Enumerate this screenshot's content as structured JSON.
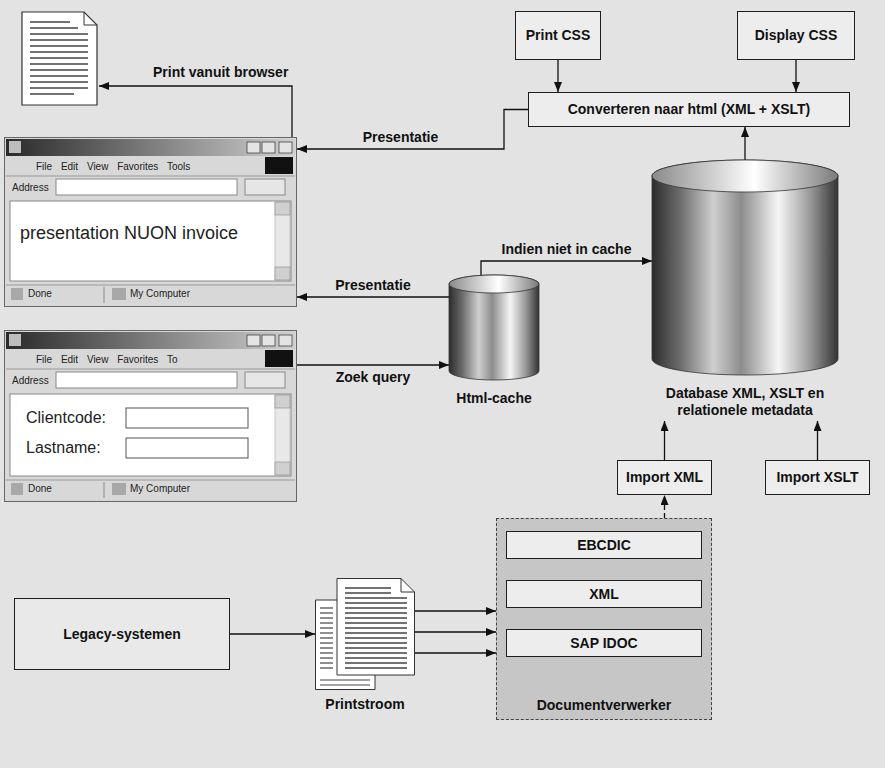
{
  "diagram": {
    "nodes": [
      {
        "text": [
          "Print CSS"
        ]
      },
      {
        "text": [
          "Display CSS"
        ]
      },
      {
        "text": [
          "Converteren naar html (XML + XSLT)"
        ]
      },
      {
        "text": [
          "File Edit View Favorites Tools",
          "Address",
          "presentation NUON invoice",
          "Done",
          "My Computer"
        ]
      },
      {
        "text": [
          "Html-cache"
        ]
      },
      {
        "text": [
          "Database XML, XSLT en relationele metadata"
        ]
      },
      {
        "text": [
          "File Edit View Favorites To",
          "Address",
          "Clientcode:",
          "Lastname:",
          "Done",
          "My Computer"
        ]
      },
      {
        "text": [
          "Import XML"
        ]
      },
      {
        "text": [
          "Import XSLT"
        ]
      },
      {
        "text": [
          "Documentverwerker"
        ]
      },
      {
        "text": [
          "EBCDIC"
        ],
        "in": 9
      },
      {
        "text": [
          "XML"
        ],
        "in": 9
      },
      {
        "text": [
          "SAP IDOC"
        ],
        "in": 9
      },
      {
        "text": [
          "Legacy-systemen"
        ]
      },
      {
        "text": [
          "Printstroom"
        ]
      }
    ],
    "edges": [
      {
        "from": 0,
        "to": 2,
        "arrow": "to"
      },
      {
        "from": 1,
        "to": 2,
        "arrow": "to"
      },
      {
        "from": 2,
        "to": 3,
        "label": "Presentatie",
        "arrow": "to"
      },
      {
        "from": 5,
        "to": 2,
        "arrow": "to"
      },
      {
        "from": 4,
        "to": 5,
        "label": "Indien niet in cache",
        "arrow": "to"
      },
      {
        "from": 4,
        "to": 3,
        "label": "Presentatie",
        "arrow": "to"
      },
      {
        "from": 6,
        "to": 4,
        "label": "Zoek query",
        "arrow": "to"
      },
      {
        "from": 7,
        "to": 5,
        "arrow": "to"
      },
      {
        "from": 8,
        "to": 5,
        "arrow": "to"
      },
      {
        "from": 9,
        "to": 7,
        "arrow": "to"
      },
      {
        "from": 13,
        "to": 14,
        "arrow": "to"
      },
      {
        "from": 14,
        "to": 9,
        "arrow": "to"
      },
      {
        "from": 14,
        "to": 9,
        "arrow": "to"
      },
      {
        "from": 14,
        "to": 9,
        "arrow": "to"
      }
    ],
    "labels": [
      "Print vanuit browser"
    ]
  }
}
